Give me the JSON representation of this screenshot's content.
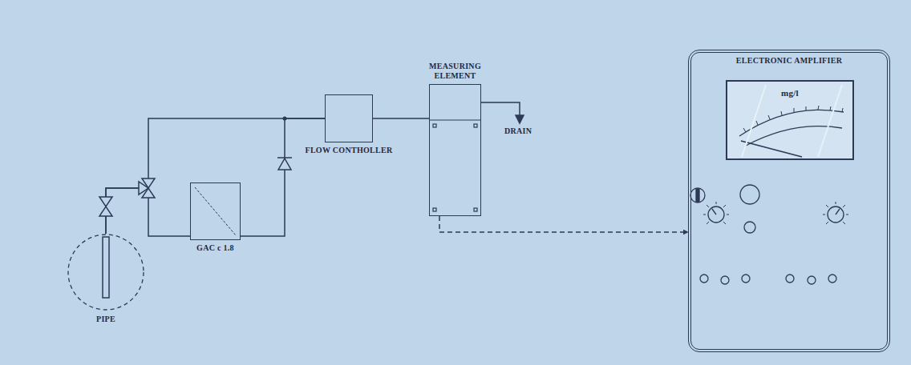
{
  "diagram": {
    "nodes": [
      {
        "text": [
          "PIPE"
        ]
      },
      {
        "text": [
          "GAC c 1.8"
        ]
      },
      {
        "text": [
          "FLOW CONTHOLLER"
        ]
      },
      {
        "text": [
          "MEASURING ELEMENT"
        ]
      },
      {
        "text": [
          "ELECTRONIC AMPLIFIER"
        ]
      },
      {
        "text": [
          "mg/l"
        ],
        "in": 4
      }
    ],
    "edges": [
      {
        "from": 0,
        "to": 2,
        "arrow": "none"
      },
      {
        "from": 0,
        "to": 1,
        "arrow": "none"
      },
      {
        "from": 1,
        "to": 2,
        "arrow": "none"
      },
      {
        "from": 2,
        "to": 3,
        "arrow": "none"
      },
      {
        "from": 3,
        "to": 4,
        "arrow": "to"
      }
    ],
    "labels": [
      "DRAIN"
    ]
  }
}
